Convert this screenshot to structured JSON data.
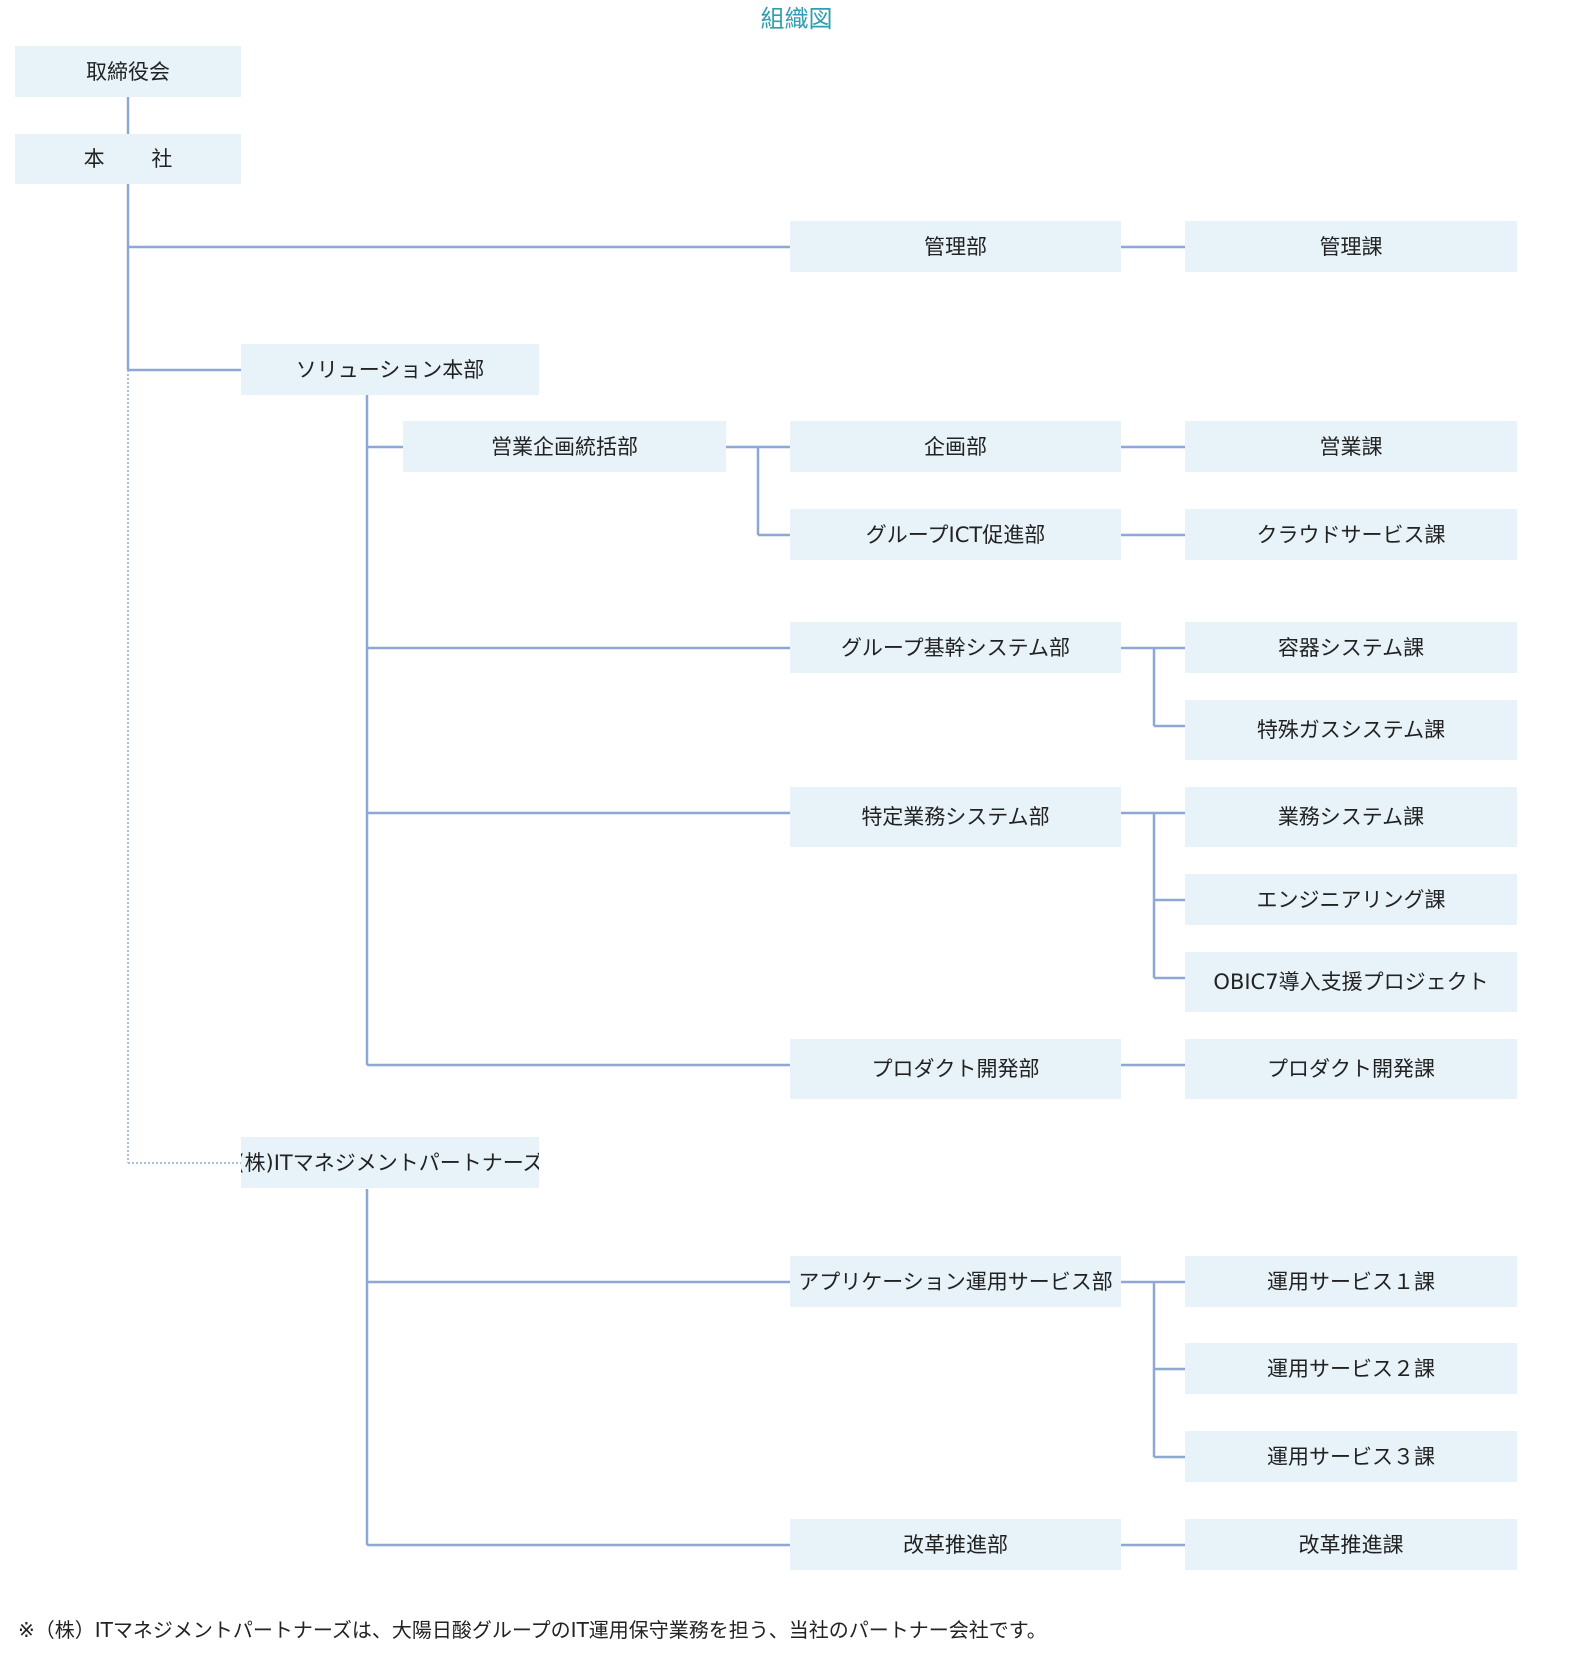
{
  "title": "組織図",
  "colors": {
    "title": "#2f9fb0",
    "box_fill": "#e7f3f9",
    "line": "#8ea8d6",
    "text": "#222222"
  },
  "nodes": {
    "board": "取締役会",
    "hq": "本 社",
    "admin_dept": "管理部",
    "admin_section": "管理課",
    "solution_hq": "ソリューション本部",
    "sales_planning_div": "営業企画統括部",
    "planning_dept": "企画部",
    "sales_section": "営業課",
    "group_ict_dept": "グループICT促進部",
    "cloud_section": "クラウドサービス課",
    "group_core_dept": "グループ基幹システム部",
    "container_section": "容器システム課",
    "special_gas_section": "特殊ガスシステム課",
    "specific_business_dept": "特定業務システム部",
    "business_system_section": "業務システム課",
    "engineering_section": "エンジニアリング課",
    "obic7_project": "OBIC7導入支援プロジェクト",
    "product_dept": "プロダクト開発部",
    "product_section": "プロダクト開発課",
    "itmp": "(株)ITマネジメントパートナーズ",
    "app_ops_dept": "アプリケーション運用サービス部",
    "ops_section_1": "運用サービス１課",
    "ops_section_2": "運用サービス２課",
    "ops_section_3": "運用サービス３課",
    "reform_dept": "改革推進部",
    "reform_section": "改革推進課"
  },
  "note": "※（株）ITマネジメントパートナーズは、大陽日酸グループのIT運用保守業務を担う、当社のパートナー会社です。"
}
